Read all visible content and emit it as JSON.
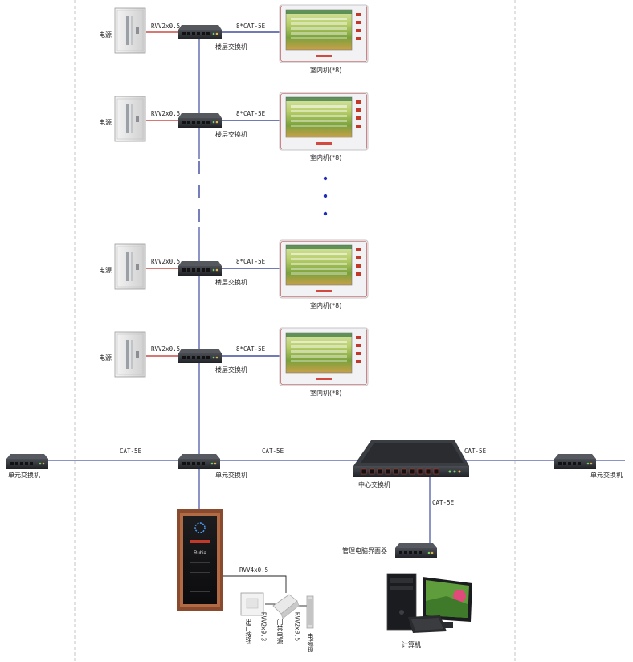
{
  "labels": {
    "power": "电源",
    "rvv_power": "RVV2x0.5",
    "cat_8": "8*CAT-5E",
    "floor_switch": "楼层交换机",
    "indoor_unit": "室内机(*8)",
    "cat": "CAT-5E",
    "unit_switch": "单元交换机",
    "center_switch": "中心交换机",
    "mgmt_interface": "管理电脑界面器",
    "computer": "计算机",
    "rvv_lock": "RVV4x0.5",
    "exit_button": "出门按钮",
    "door_lock_power": "门禁电源",
    "rvv_magnet": "RVV2x0.3",
    "rvv_mag_power": "RVV2x0.5",
    "magnet_lock": "电磁锁"
  },
  "door_station": {
    "brand": "Rubia"
  },
  "colors": {
    "link_line": "#1b2a8c",
    "power_line": "#c0281e",
    "dot": "#1f2fb5",
    "divider": "#b8b8b8",
    "device_dark": "#2f3236",
    "panel_frame": "#e8e8ea",
    "panel_border": "#b33b3b",
    "door_station_frame": "#8a4a2e"
  }
}
